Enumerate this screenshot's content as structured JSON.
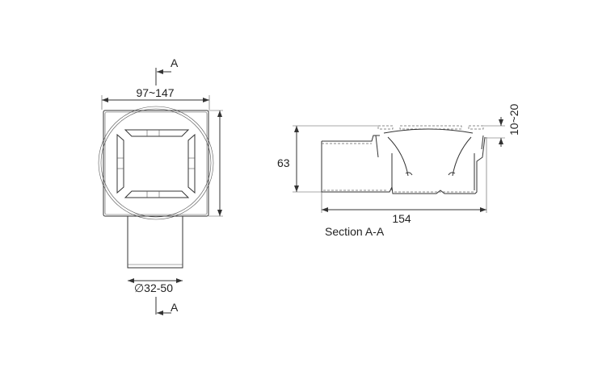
{
  "plan_view": {
    "width_dim": "97~147",
    "pipe_dim": "∅32-50",
    "section_mark_top": "A",
    "section_mark_bottom": "A"
  },
  "section_view": {
    "height_dim": "63",
    "length_dim": "154",
    "adjust_dim": "10~20",
    "caption": "Section A-A"
  }
}
